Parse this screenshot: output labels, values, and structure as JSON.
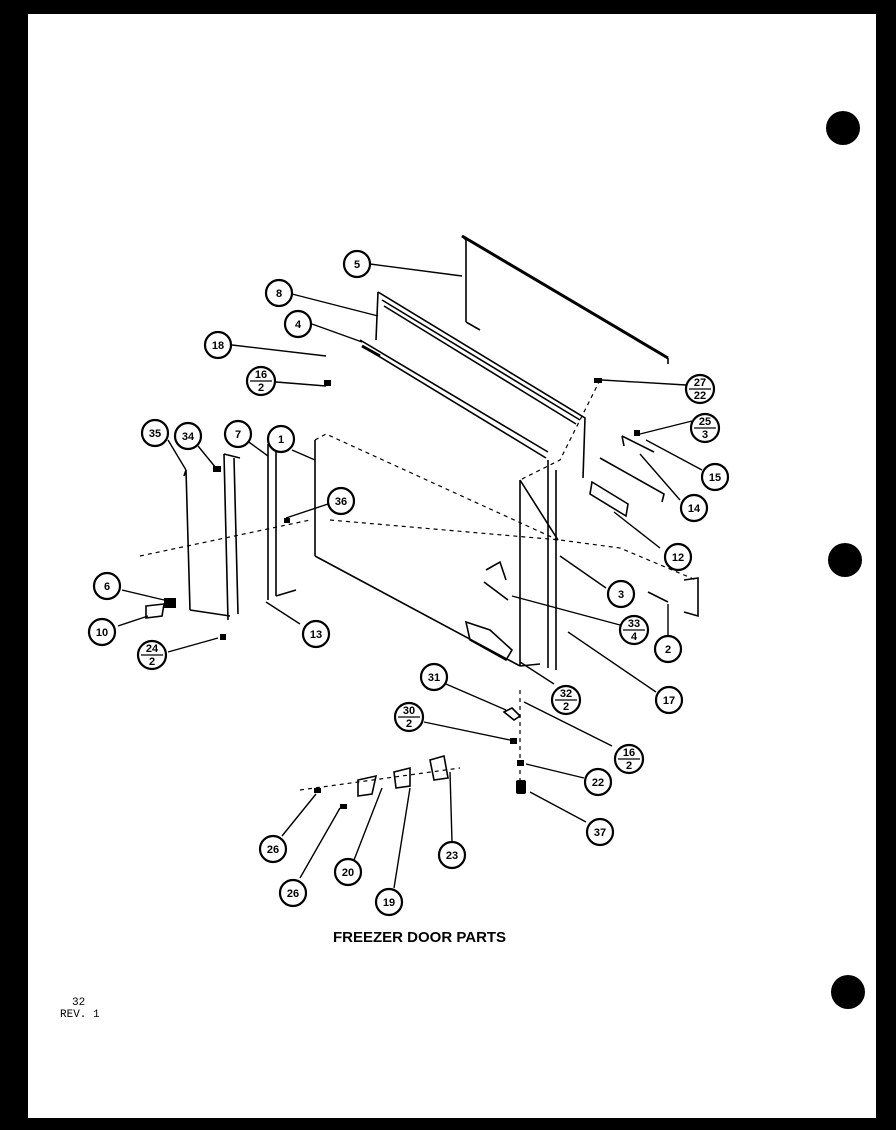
{
  "title": "FREEZER DOOR PARTS",
  "footer": {
    "page": "32",
    "revision": "REV. 1"
  },
  "callouts": [
    {
      "id": "5",
      "num": "5"
    },
    {
      "id": "8",
      "num": "8"
    },
    {
      "id": "4",
      "num": "4"
    },
    {
      "id": "18",
      "num": "18"
    },
    {
      "id": "16-top",
      "num": "16",
      "qty": "2"
    },
    {
      "id": "34",
      "num": "34"
    },
    {
      "id": "7",
      "num": "7"
    },
    {
      "id": "1",
      "num": "1"
    },
    {
      "id": "35",
      "num": "35"
    },
    {
      "id": "36",
      "num": "36"
    },
    {
      "id": "27",
      "num": "27",
      "qty": "22"
    },
    {
      "id": "25",
      "num": "25",
      "qty": "3"
    },
    {
      "id": "15",
      "num": "15"
    },
    {
      "id": "14",
      "num": "14"
    },
    {
      "id": "12",
      "num": "12"
    },
    {
      "id": "3",
      "num": "3"
    },
    {
      "id": "33",
      "num": "33",
      "qty": "4"
    },
    {
      "id": "2",
      "num": "2"
    },
    {
      "id": "17",
      "num": "17"
    },
    {
      "id": "6",
      "num": "6"
    },
    {
      "id": "10",
      "num": "10"
    },
    {
      "id": "13",
      "num": "13"
    },
    {
      "id": "24",
      "num": "24",
      "qty": "2"
    },
    {
      "id": "31",
      "num": "31"
    },
    {
      "id": "32",
      "num": "32",
      "qty": "2"
    },
    {
      "id": "30",
      "num": "30",
      "qty": "2"
    },
    {
      "id": "16-bottom",
      "num": "16",
      "qty": "2"
    },
    {
      "id": "22",
      "num": "22"
    },
    {
      "id": "37",
      "num": "37"
    },
    {
      "id": "26-a",
      "num": "26"
    },
    {
      "id": "26-b",
      "num": "26"
    },
    {
      "id": "20",
      "num": "20"
    },
    {
      "id": "19",
      "num": "19"
    },
    {
      "id": "23",
      "num": "23"
    }
  ]
}
